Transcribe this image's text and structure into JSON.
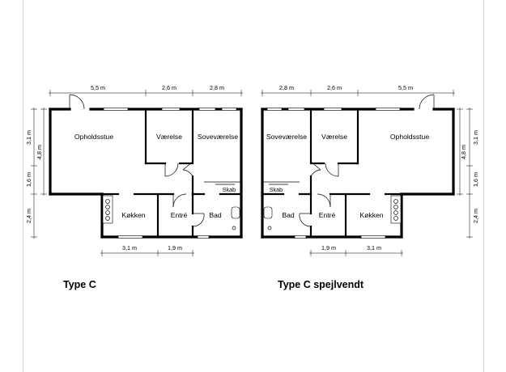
{
  "plans": [
    {
      "title": "Type C",
      "rooms": {
        "living": "Opholdsstue",
        "room": "Værelse",
        "bedroom": "Soveværelse",
        "closet": "Skab",
        "kitchen": "Køkken",
        "entry": "Entré",
        "bath": "Bad"
      },
      "dimensions": {
        "top": [
          "5,5 m",
          "2,6 m",
          "2,8 m"
        ],
        "bottom": [
          "3,1 m",
          "1,9 m"
        ],
        "side_outer": [
          "3,1 m",
          "1,6 m",
          "2,4 m"
        ],
        "side_inner": "4,8 m"
      }
    },
    {
      "title": "Type C spejlvendt",
      "rooms": {
        "living": "Opholdsstue",
        "room": "Værelse",
        "bedroom": "Soveværelse",
        "closet": "Skab",
        "kitchen": "Køkken",
        "entry": "Entré",
        "bath": "Bad"
      },
      "dimensions": {
        "top": [
          "2,8 m",
          "2,6 m",
          "5,5 m"
        ],
        "bottom": [
          "1,9 m",
          "3,1 m"
        ],
        "side_outer": [
          "3,1 m",
          "1,6 m",
          "2,4 m"
        ],
        "side_inner": "4,8 m"
      }
    }
  ]
}
